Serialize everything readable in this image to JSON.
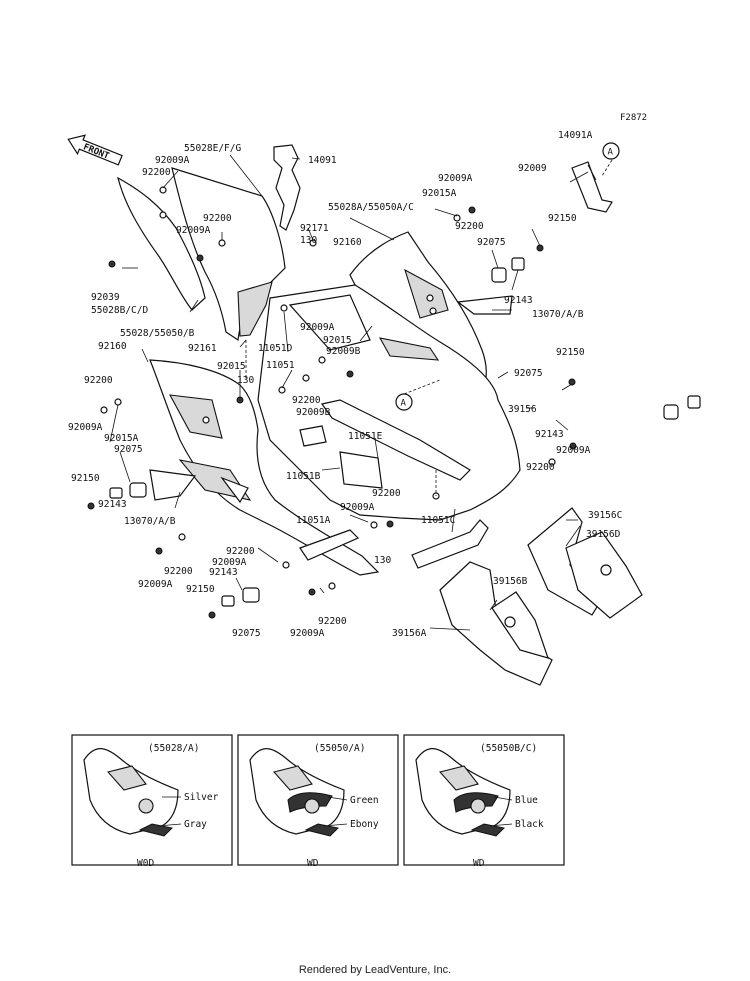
{
  "diagram_code": "F2872",
  "front_arrow_label": "FRONT",
  "ref_marker": "A",
  "part_labels": [
    "14091A",
    "92009",
    "14091",
    "55028E/F/G",
    "92009A",
    "92200",
    "92171",
    "130",
    "92009A",
    "92015A",
    "92200",
    "92200",
    "92009A",
    "55028A/55050A/C",
    "92160",
    "92075",
    "92150",
    "92039",
    "55028B/C/D",
    "92143",
    "13070/A/B",
    "92161",
    "11051D",
    "92009A",
    "92015",
    "92009B",
    "55028/55050/B",
    "92160",
    "92015",
    "130",
    "11051",
    "92200",
    "92200",
    "92009B",
    "92009A",
    "92015A",
    "92075",
    "92150",
    "92143",
    "13070/A/B",
    "92150",
    "92075",
    "39156",
    "92143",
    "92009A",
    "92200",
    "11051E",
    "11051B",
    "92200",
    "11051A",
    "92009A",
    "11051C",
    "130",
    "39156C",
    "39156D",
    "92200",
    "92009A",
    "92200",
    "92143",
    "92009A",
    "92150",
    "92075",
    "92200",
    "92009A",
    "39156B",
    "39156A"
  ],
  "variants": [
    {
      "code": "(55028/A)",
      "colors": [
        "Silver",
        "Gray"
      ],
      "suffix": "W0D"
    },
    {
      "code": "(55050/A)",
      "colors": [
        "Green",
        "Ebony"
      ],
      "suffix": "WD"
    },
    {
      "code": "(55050B/C)",
      "colors": [
        "Blue",
        "Black"
      ],
      "suffix": "WD"
    }
  ],
  "footer": "Rendered by LeadVenture, Inc."
}
